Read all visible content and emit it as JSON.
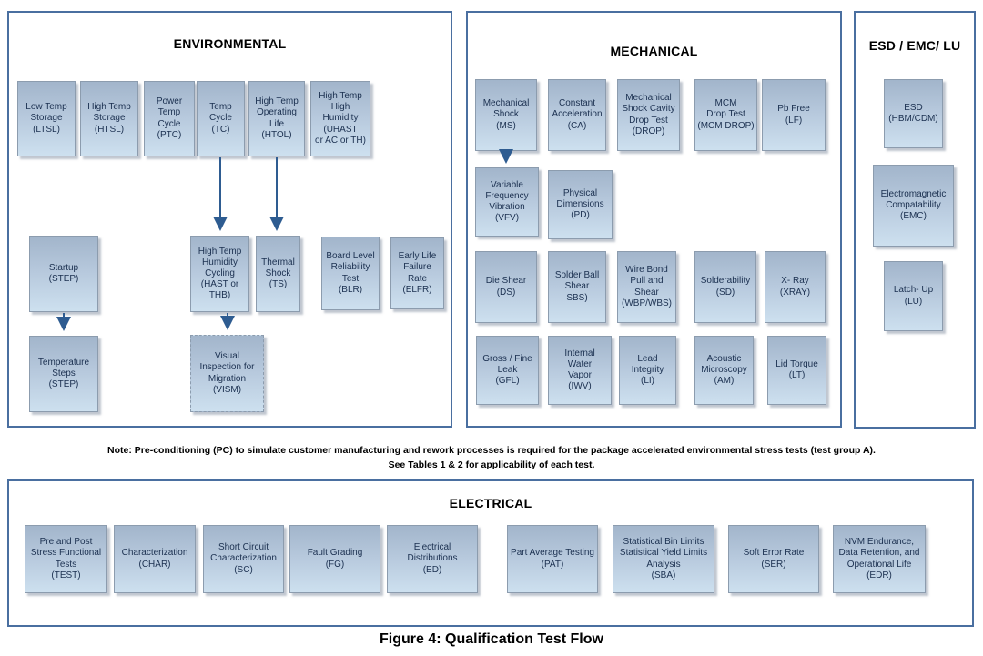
{
  "figure": {
    "caption": "Figure 4:  Qualification Test Flow",
    "note": "Note:  Pre-conditioning (PC) to simulate customer manufacturing and rework processes is required for the package accelerated environmental stress tests (test group A).\nSee Tables 1 & 2 for applicability of each test."
  },
  "colors": {
    "panel_border": "#4a6fa0",
    "box_border": "#8c9cae",
    "box_gradient_top": "#a2b5cb",
    "box_gradient_bottom": "#cde0ef",
    "box_text": "#1b3050",
    "arrow": "#2e5c91",
    "title_text": "#000000"
  },
  "sections": {
    "environmental": {
      "title": "ENVIRONMENTAL",
      "boxes": [
        {
          "label": "Low Temp\nStorage\n(LTSL)"
        },
        {
          "label": "High Temp\nStorage\n(HTSL)"
        },
        {
          "label": "Power\nTemp\nCycle\n(PTC)"
        },
        {
          "label": "Temp\nCycle\n(TC)"
        },
        {
          "label": "High Temp\nOperating\nLife\n(HTOL)"
        },
        {
          "label": "High Temp\nHigh\nHumidity\n(UHAST\nor AC or TH)"
        },
        {
          "label": "Startup\n(STEP)"
        },
        {
          "label": "High Temp\nHumidity\nCycling\n(HAST or\nTHB)"
        },
        {
          "label": "Thermal\nShock\n(TS)"
        },
        {
          "label": "Board Level\nReliability\nTest\n(BLR)"
        },
        {
          "label": "Early Life\nFailure\nRate\n(ELFR)"
        },
        {
          "label": "Temperature\nSteps\n(STEP)"
        },
        {
          "label": "Visual\nInspection for\nMigration\n(VISM)"
        }
      ]
    },
    "mechanical": {
      "title": "MECHANICAL",
      "boxes": [
        {
          "label": "Mechanical\nShock\n(MS)"
        },
        {
          "label": "Constant\nAcceleration\n(CA)"
        },
        {
          "label": "Mechanical\nShock Cavity\nDrop Test\n(DROP)"
        },
        {
          "label": "MCM\nDrop Test\n(MCM DROP)"
        },
        {
          "label": "Pb Free\n(LF)"
        },
        {
          "label": "Variable\nFrequency\nVibration\n(VFV)"
        },
        {
          "label": "Physical\nDimensions\n(PD)"
        },
        {
          "label": "Die Shear\n(DS)"
        },
        {
          "label": "Solder Ball\nShear\nSBS)"
        },
        {
          "label": "Wire Bond\nPull and\nShear\n(WBP/WBS)"
        },
        {
          "label": "Solderability\n(SD)"
        },
        {
          "label": "X- Ray\n(XRAY)"
        },
        {
          "label": "Gross / Fine\nLeak\n(GFL)"
        },
        {
          "label": "Internal\nWater\nVapor\n(IWV)"
        },
        {
          "label": "Lead\nIntegrity\n(LI)"
        },
        {
          "label": "Acoustic\nMicroscopy\n(AM)"
        },
        {
          "label": "Lid Torque\n(LT)"
        }
      ]
    },
    "esd_emc_lu": {
      "title": "ESD / EMC/ LU",
      "boxes": [
        {
          "label": "ESD\n(HBM/CDM)"
        },
        {
          "label": "Electromagnetic\nCompatability\n(EMC)"
        },
        {
          "label": "Latch- Up\n(LU)"
        }
      ]
    },
    "electrical": {
      "title": "ELECTRICAL",
      "boxes": [
        {
          "label": "Pre and Post\nStress Functional\nTests\n(TEST)"
        },
        {
          "label": "Characterization\n(CHAR)"
        },
        {
          "label": "Short Circuit\nCharacterization\n(SC)"
        },
        {
          "label": "Fault Grading\n(FG)"
        },
        {
          "label": "Electrical\nDistributions\n(ED)"
        },
        {
          "label": "Part Average Testing\n(PAT)"
        },
        {
          "label": "Statistical Bin Limits\nStatistical Yield Limits\nAnalysis\n(SBA)"
        },
        {
          "label": "Soft Error Rate\n(SER)"
        },
        {
          "label": "NVM Endurance,\nData Retention, and\nOperational Life\n(EDR)"
        }
      ]
    }
  },
  "connections": [
    {
      "from": "Temp Cycle (TC)",
      "to": "High Temp Humidity Cycling (HAST or THB)"
    },
    {
      "from": "High Temp Operating Life (HTOL)",
      "to": "Thermal Shock (TS)"
    },
    {
      "from": "Startup (STEP)",
      "to": "Temperature Steps (STEP)"
    },
    {
      "from": "High Temp Humidity Cycling (HAST or THB)",
      "to": "Visual Inspection for Migration (VISM)"
    },
    {
      "from": "Mechanical Shock (MS)",
      "to": "Variable Frequency Vibration (VFV)"
    }
  ]
}
